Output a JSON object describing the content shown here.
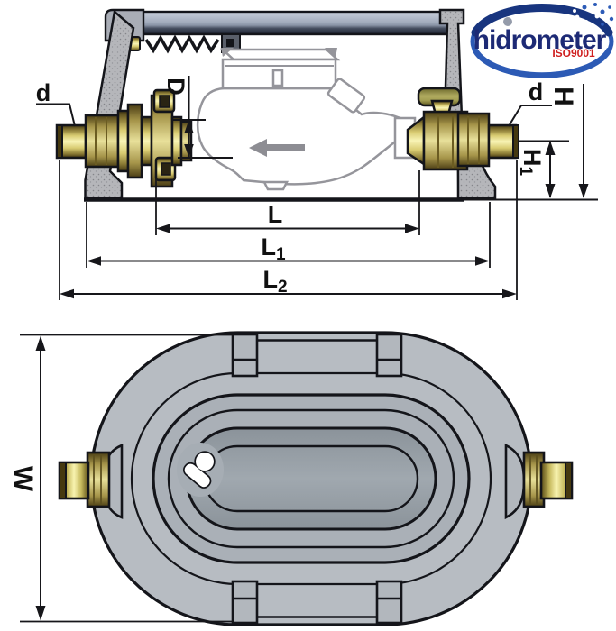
{
  "logo": {
    "brand": "hidrometer",
    "cert": "ISO9001"
  },
  "labels": {
    "d_left": "d",
    "d_right": "d",
    "D": "D",
    "H": "H",
    "H1_base": "H",
    "H1_sub": "1",
    "L": "L",
    "L1_base": "L",
    "L1_sub": "1",
    "L2_base": "L",
    "L2_sub": "2",
    "W": "W"
  },
  "colors": {
    "brand_blue": "#1d2a75",
    "ring_blue": "#2c5ab5",
    "ring_blue_dark": "#18357f",
    "cert_red": "#cf1f1f",
    "brass_light": "#f8f4b6",
    "brass_mid": "#d9cc72",
    "brass_dark": "#3f3410",
    "handle_olive": "#b0ab60",
    "casing_gray": "#b7bcc2",
    "lid_gray": "#9aa3b3",
    "meter_outline": "#95959b"
  }
}
